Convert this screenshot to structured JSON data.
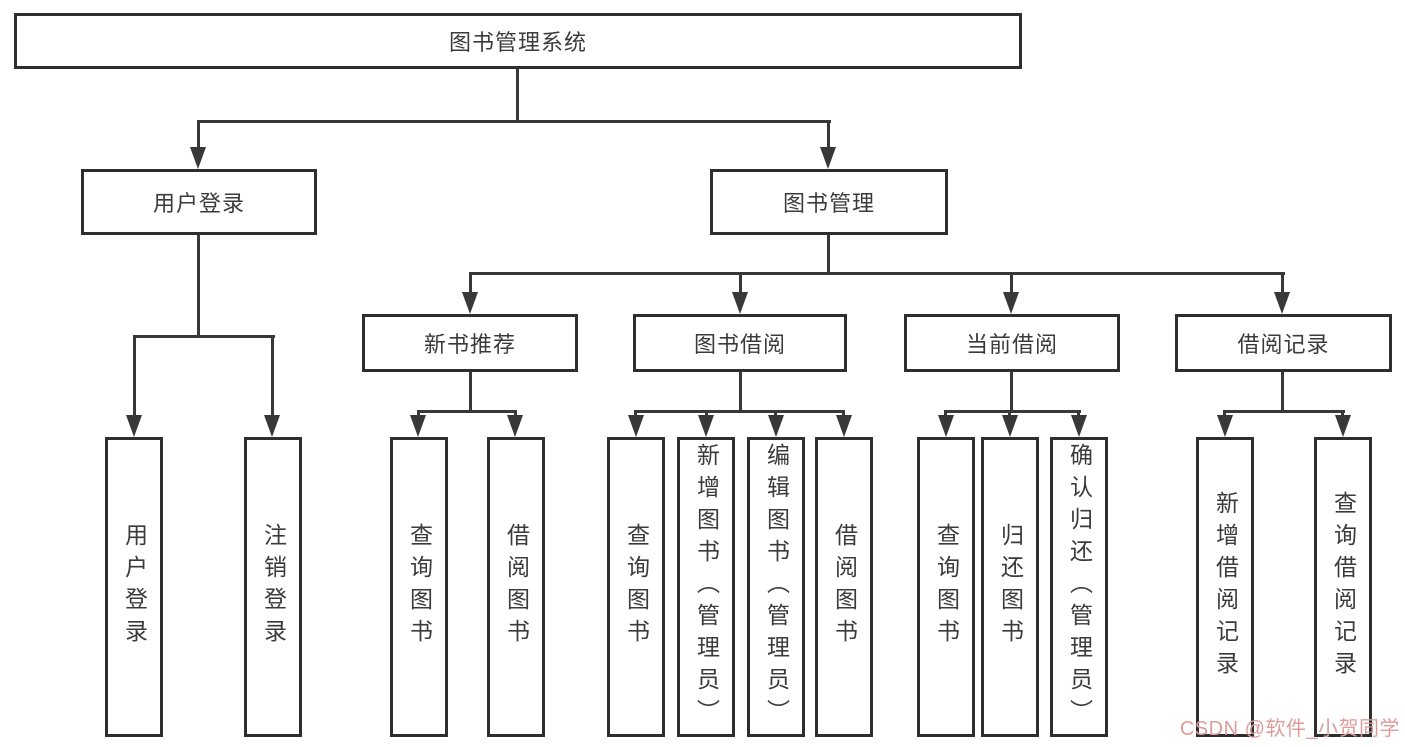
{
  "diagram": {
    "root": "图书管理系统",
    "level2": [
      {
        "label": "用户登录",
        "children": [
          "用户登录",
          "注销登录"
        ]
      },
      {
        "label": "图书管理",
        "children": [
          {
            "label": "新书推荐",
            "children": [
              "查询图书",
              "借阅图书"
            ]
          },
          {
            "label": "图书借阅",
            "children": [
              "查询图书",
              "新增图书（管理员）",
              "编辑图书（管理员）",
              "借阅图书"
            ]
          },
          {
            "label": "当前借阅",
            "children": [
              "查询图书",
              "归还图书",
              "确认归还（管理员）"
            ]
          },
          {
            "label": "借阅记录",
            "children": [
              "新增借阅记录",
              "查询借阅记录"
            ]
          }
        ]
      }
    ]
  },
  "watermark": {
    "text": "CSDN @软件_小贺同学",
    "color": "#dd9c9c"
  },
  "colors": {
    "background": "#ffffff",
    "line": "#383838",
    "box_border": "#2e2e2e",
    "text": "#3b3b3b"
  }
}
